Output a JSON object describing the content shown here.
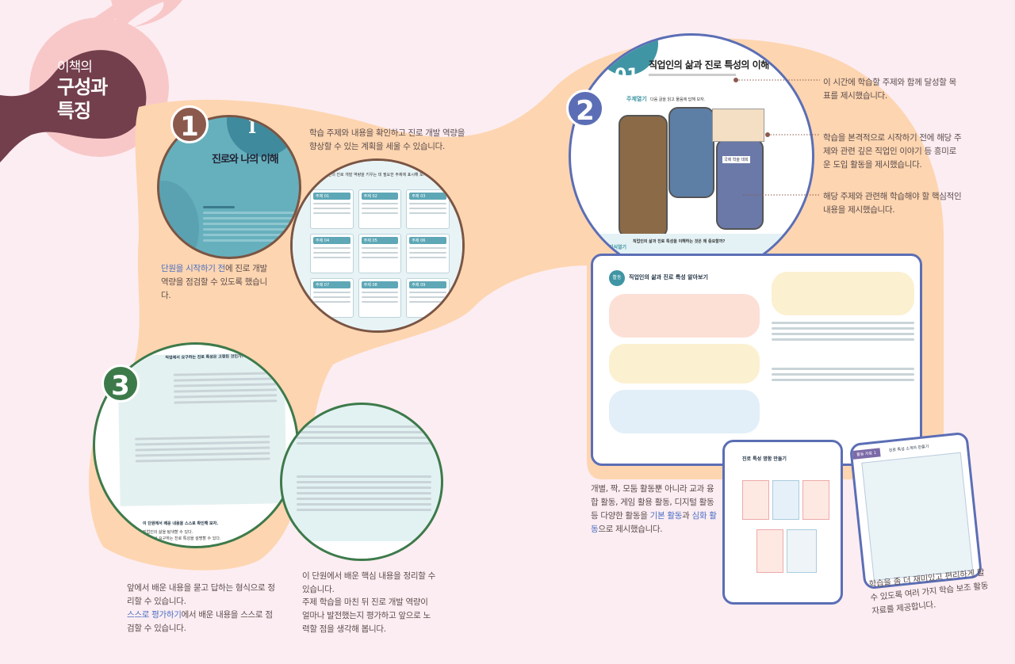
{
  "heading": {
    "line1": "이책의",
    "line2": "구성과",
    "line3": "특징"
  },
  "colors": {
    "background": "#fcedf2",
    "pink": "#f8c8c9",
    "maroon": "#733f4c",
    "peach": "#fdd5b0",
    "teal": "#66b0bd",
    "blue": "#5b6eb5",
    "green": "#3d7a4a",
    "brown": "#8b5a4d",
    "highlight": "#4a6fc4"
  },
  "section1": {
    "badge": "1",
    "unit_number": "I",
    "unit_title": "진로와 나의 이해",
    "desc_top": "학습 주제와 내용을 확인하고 진로 개발 역량을 향상할 수 있는 계획을 세울 수 있습니다.",
    "desc_left_highlight": "단원을 시작하기 전",
    "desc_left_rest": "에 진로 개발 역량을 점검할 수 있도록 했습니다.",
    "plan_header": "자신의 진로 개발 역량을 키우는 데 필요한 주제에 표시해 보자.",
    "topics": [
      "주제 01",
      "주제 02",
      "주제 03",
      "주제 04",
      "주제 05",
      "주제 06",
      "주제 07",
      "주제 08",
      "주제 09"
    ]
  },
  "section2": {
    "badge": "2",
    "lesson_number": "01",
    "lesson_title": "직업인의 삶과 진로 특성의 이해",
    "intro_label": "주제열기",
    "intro_text": "다음 글을 읽고 물음에 답해 보자.",
    "sign_text": "국제 학술 대회",
    "knowledge_label": "지식열기",
    "knowledge_title": "직업인의 삶과 진로 특성을 이해하는 것은 왜 중요할까?",
    "activity_title": "직업인의 삶과 진로 특성 알아보기",
    "activity_label": "활동",
    "notes": [
      "이 시간에 학습할 주제와 함께 달성할 목표를 제시했습니다.",
      "학습을 본격적으로 시작하기 전에 해당 주제와 관련 깊은 직업인 이야기 등 흥미로운 도입 활동을 제시했습니다.",
      "해당 주제와 관련해 학습해야 할 핵심적인 내용을 제시했습니다."
    ],
    "desc_pre": "개별, 짝, 모둠 활동뿐 아니라 교과 융합 활동, 게임 활용 활동, 디지털 활동 등 다양한 활동을 ",
    "desc_basic": "기본 활동",
    "desc_mid": "과 ",
    "desc_adv": "심화 활동",
    "desc_post": "으로 제시했습니다.",
    "tablet1_title": "진로 특성 명함 만들기",
    "tablet2_label": "활동 자료 1",
    "tablet2_title": "진로 특성 소개자 만들기",
    "aux_desc": "학습을 좀 더 재미있고 편리하게 할 수 있도록 여러 가지 학습 보조 활동 자료를 제공합니다."
  },
  "section3": {
    "badge": "3",
    "summary_title": "직업에서 요구하는 진로 특성은 고정된 것인가?",
    "check_title": "이 단원에서 배운 내용을 스스로 확인해 보자.",
    "check_items": [
      "직업인의 삶을 탐색할 수 있다.",
      "직업에서 요구하는 진로 특성을 설명할 수 있다."
    ],
    "desc_left1": "앞에서 배운 내용을 묻고 답하는 형식으로 정리할 수 있습니다.",
    "desc_left2_highlight": "스스로 평가하기",
    "desc_left2_rest": "에서 배운 내용을 스스로 점검할 수 있습니다.",
    "desc_right1": "이 단원에서 배운 핵심 내용을 정리할 수 있습니다.",
    "desc_right2": "주제 학습을 마친 뒤 진로 개발 역량이 얼마나 발전했는지 평가하고 앞으로 노력할 점을 생각해 봅니다."
  }
}
